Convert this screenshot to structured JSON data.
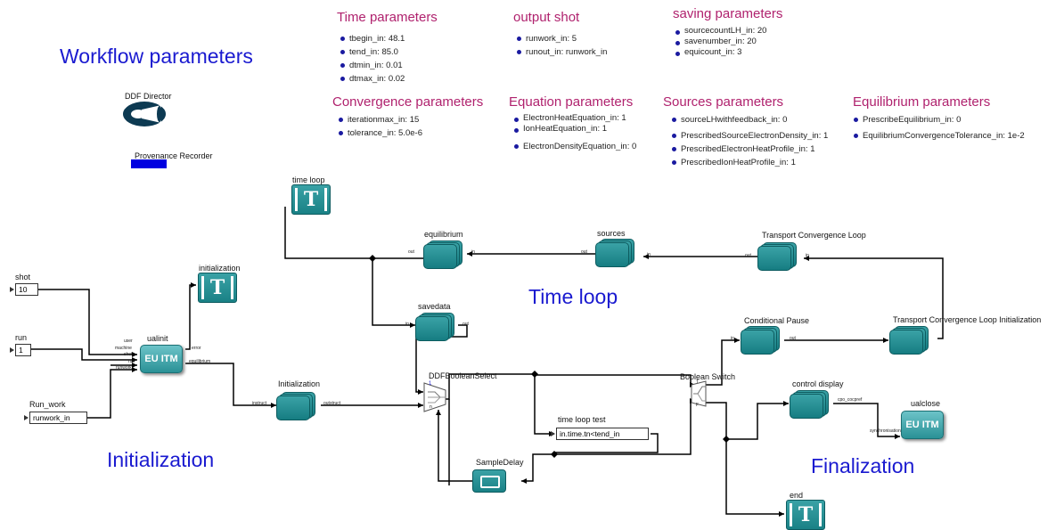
{
  "labels": {
    "workflow_parameters": "Workflow parameters",
    "time_loop": "Time loop",
    "initialization": "Initialization",
    "finalization": "Finalization"
  },
  "director": {
    "label": "DDF Director"
  },
  "provenance": {
    "label": "Provenance Recorder"
  },
  "parameter_groups": {
    "time": {
      "title": "Time parameters",
      "items": [
        "tbegin_in: 48.1",
        "tend_in: 85.0",
        "dtmin_in: 0.01",
        "dtmax_in: 0.02"
      ]
    },
    "output_shot": {
      "title": "output shot",
      "items": [
        "runwork_in: 5",
        "runout_in: runwork_in"
      ]
    },
    "saving": {
      "title": "saving parameters",
      "items": [
        "sourcecountLH_in: 20",
        "savenumber_in: 20",
        "equicount_in: 3"
      ]
    },
    "convergence": {
      "title": "Convergence parameters",
      "items": [
        "iterationmax_in: 15",
        "tolerance_in: 5.0e-6"
      ]
    },
    "equation": {
      "title": "Equation parameters",
      "items": [
        "ElectronHeatEquation_in: 1",
        "IonHeatEquation_in: 1",
        "ElectronDensityEquation_in: 0"
      ]
    },
    "sources": {
      "title": "Sources parameters",
      "items": [
        "sourceLHwithfeedback_in: 0",
        "PrescribedSourceElectronDensity_in: 1",
        "PrescribedElectronHeatProfile_in: 1",
        "PrescribedIonHeatProfile_in: 1"
      ]
    },
    "equilibrium": {
      "title": "Equilibrium parameters",
      "items": [
        "PrescribeEquilibrium_in: 0",
        "EquilibriumConvergenceTolerance_in: 1e-2"
      ]
    }
  },
  "inputs": {
    "shot": {
      "label": "shot",
      "value": "10"
    },
    "run": {
      "label": "run",
      "value": "1"
    },
    "run_work": {
      "label": "Run_work",
      "value": "runwork_in"
    }
  },
  "actors": {
    "time_loop": "time loop",
    "initialization_sink": "initialization",
    "ualinit": "ualinit",
    "eu_itm": "EU ITM",
    "initialization": "Initialization",
    "equilibrium": "equilibrium",
    "sources": "sources",
    "transport_loop": "Transport Convergence Loop",
    "savedata": "savedata",
    "ddf_boolean_select": "DDFBooleanSelect",
    "time_loop_test": "time loop test",
    "time_loop_test_expr": "in.time.tn<tend_in",
    "sample_delay": "SampleDelay",
    "conditional_pause": "Conditional Pause",
    "transport_loop_init": "Transport Convergence Loop Initialization",
    "boolean_switch": "Boolean Switch",
    "control_display": "control display",
    "ualclose": "ualclose",
    "end": "end"
  },
  "ports": {
    "ualinit_in": [
      "user",
      "machine",
      "shot",
      "run",
      "runwork"
    ],
    "ualinit_out": [
      "error",
      "equilibrium"
    ],
    "in": "in",
    "out": "out",
    "instruct": "instruct",
    "outstruct": "outstruct",
    "cpo_cocpref": "cpo_cocpref",
    "synchronisation": "synchronisation",
    "bool_t": "T",
    "bool_f": "F",
    "ddf_n": "n",
    "ddf_1": "1"
  }
}
